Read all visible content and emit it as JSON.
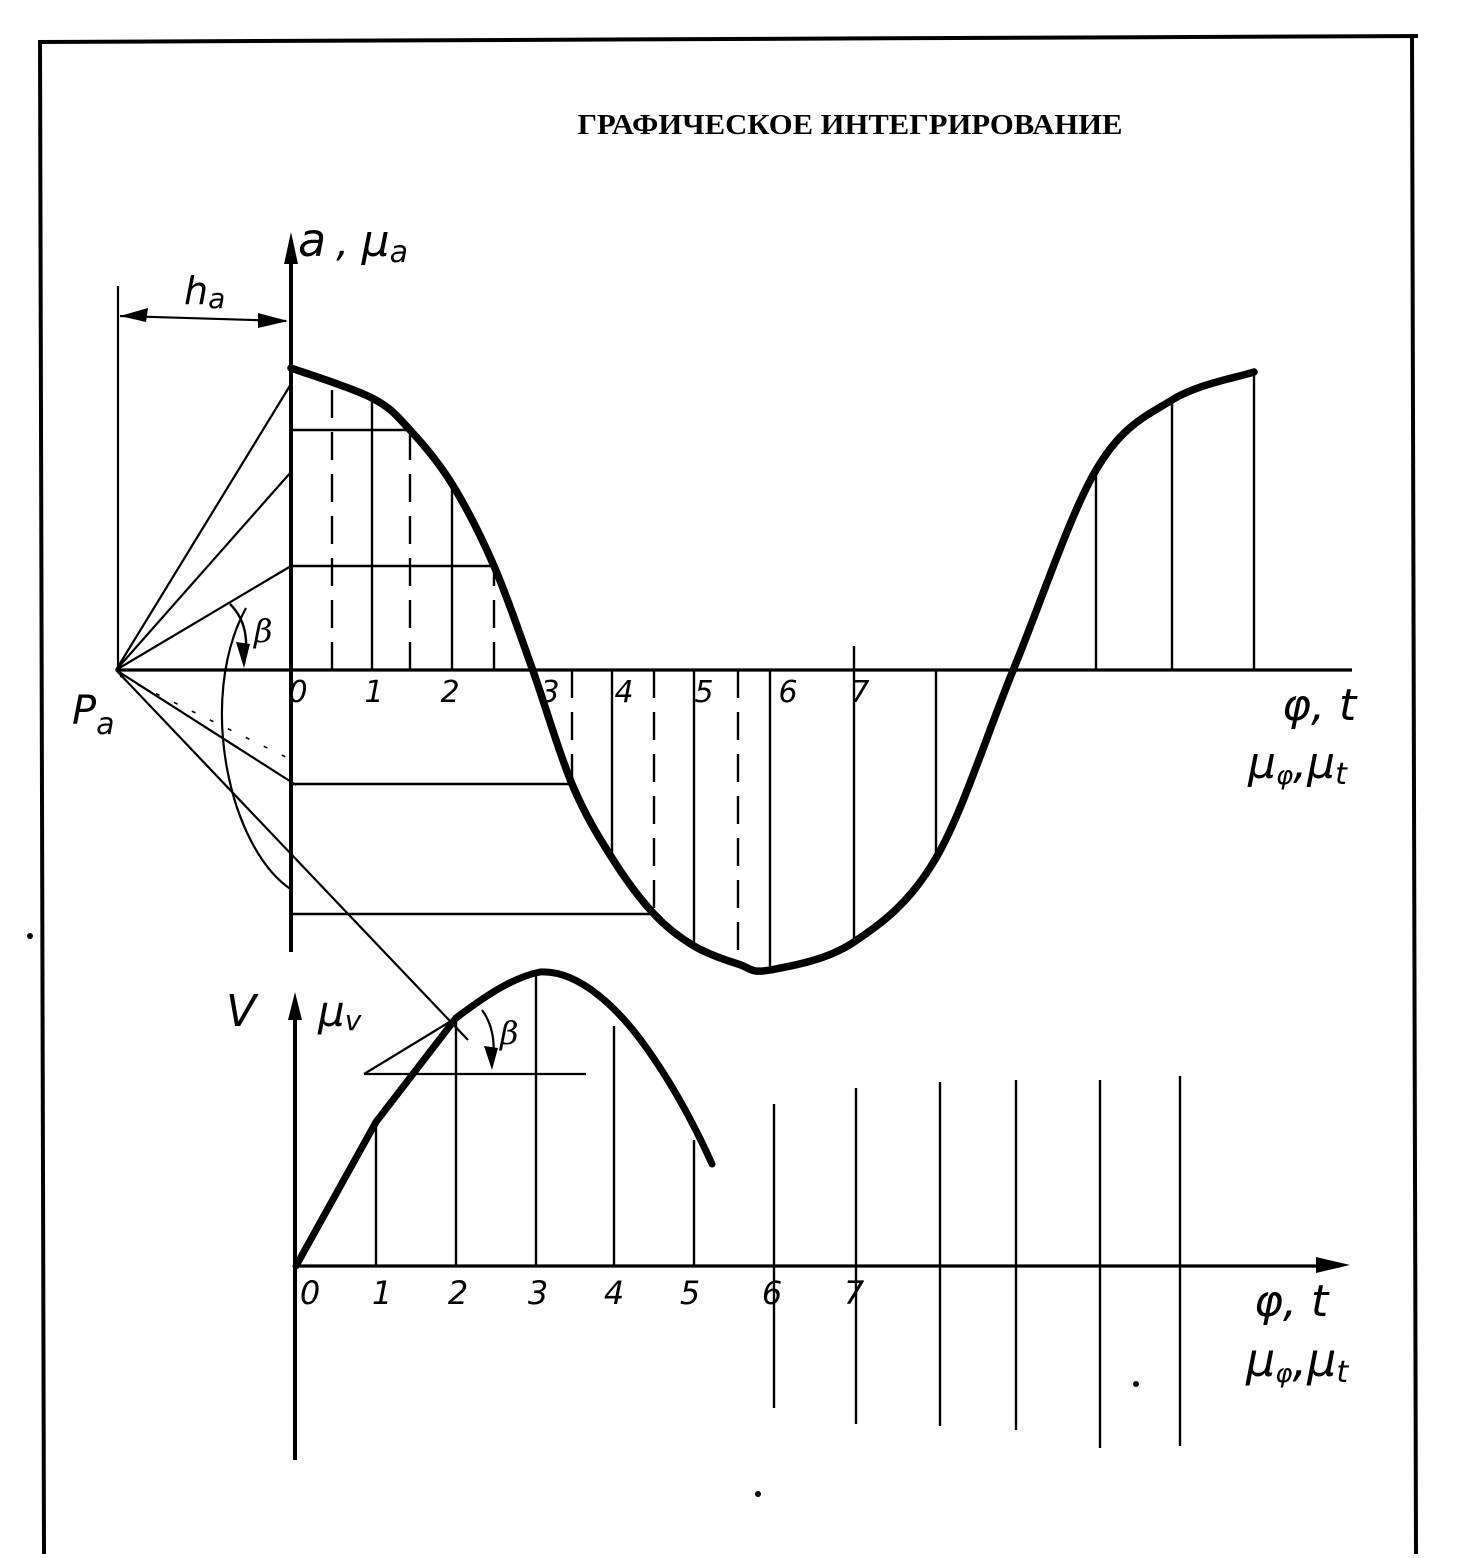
{
  "title": "ГРАФИЧЕСКОЕ ИНТЕГРИРОВАНИЕ",
  "top_graph": {
    "y_axis": {
      "symbol": "a",
      "scale_symbol": "μ",
      "scale_sub": "a"
    },
    "x_axis": {
      "line1": "φ, t",
      "mu1": "μ",
      "sub1": "φ",
      "sep": ",",
      "mu2": "μ",
      "sub2": "t"
    },
    "ticks": [
      "0",
      "1",
      "2",
      "3",
      "4",
      "5",
      "6",
      "7"
    ],
    "pole_label": "P",
    "pole_sub": "a",
    "distance_label": "h",
    "distance_sub": "a",
    "angle_label": "β"
  },
  "bottom_graph": {
    "y_axis": {
      "symbol": "V",
      "scale_symbol": "μ",
      "scale_sub": "v"
    },
    "x_axis": {
      "line1": "φ, t",
      "mu1": "μ",
      "sub1": "φ",
      "sep": ",",
      "mu2": "μ",
      "sub2": "t"
    },
    "ticks": [
      "0",
      "1",
      "2",
      "3",
      "4",
      "5",
      "6",
      "7"
    ],
    "angle_label": "β"
  },
  "colors": {
    "ink": "#000000",
    "paper": "#ffffff"
  }
}
